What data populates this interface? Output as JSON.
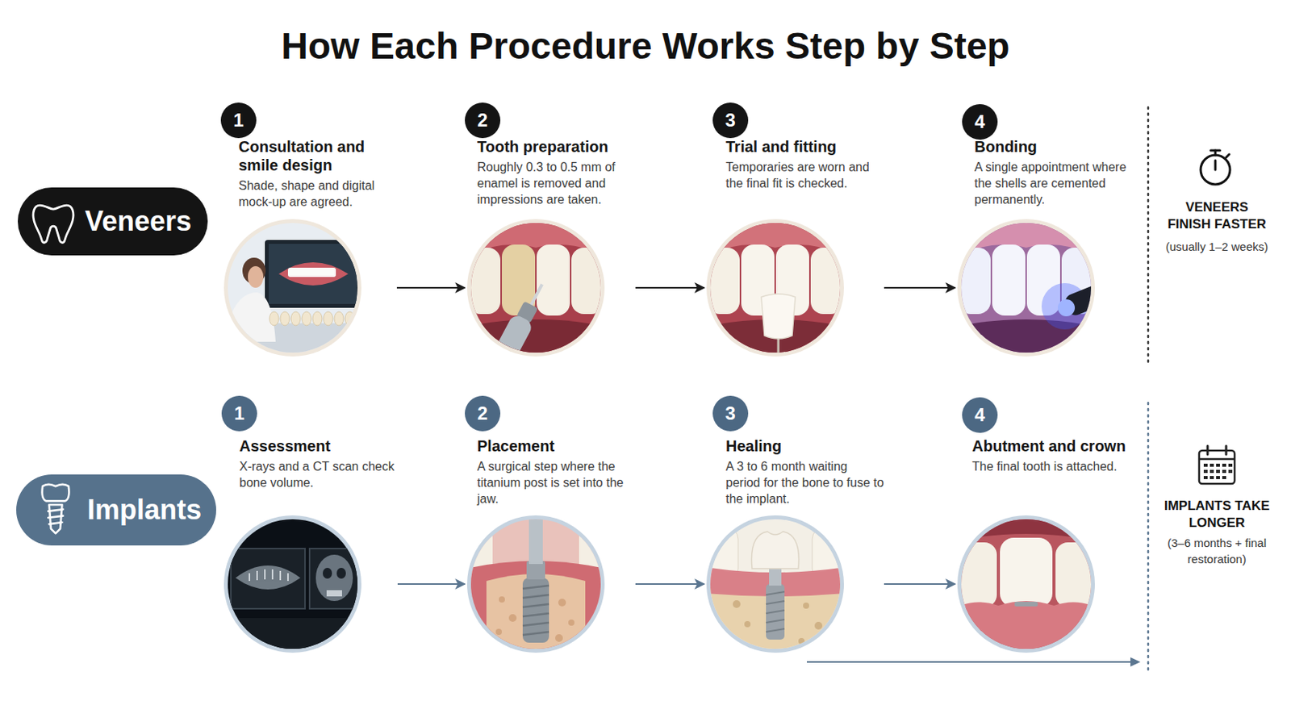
{
  "diagram": {
    "title": "How Each Procedure Works Step by Step",
    "nodes": [
      {
        "text": [
          "Veneers"
        ]
      },
      {
        "text": [
          "1"
        ]
      },
      {
        "text": [
          "Consultation and smile design",
          "Shade, shape and digital mock-up are agreed."
        ]
      },
      {
        "text": [
          "2"
        ]
      },
      {
        "text": [
          "Tooth preparation",
          "Roughly 0.3 to 0.5 mm of enamel is removed and impressions are taken."
        ]
      },
      {
        "text": [
          "3"
        ]
      },
      {
        "text": [
          "Trial and fitting",
          "Temporaries are worn and the final fit is checked."
        ]
      },
      {
        "text": [
          "4"
        ]
      },
      {
        "text": [
          "Bonding",
          "A single appointment where the shells are cemented permanently."
        ]
      },
      {
        "text": [
          "Implants"
        ]
      },
      {
        "text": [
          "1"
        ]
      },
      {
        "text": [
          "Assessment",
          "X-rays and a CT scan check bone volume."
        ]
      },
      {
        "text": [
          "2"
        ]
      },
      {
        "text": [
          "Placement",
          "A surgical step where the titanium post is set into the jaw."
        ]
      },
      {
        "text": [
          "3"
        ]
      },
      {
        "text": [
          "Healing",
          "A 3 to 6 month waiting period for the bone to fuse to the implant."
        ]
      },
      {
        "text": [
          "4"
        ]
      },
      {
        "text": [
          "Abutment and crown",
          "The final tooth is attached."
        ]
      }
    ],
    "edges": [
      {
        "from": 2,
        "to": 4,
        "arrow": "to"
      },
      {
        "from": 4,
        "to": 6,
        "arrow": "to"
      },
      {
        "from": 6,
        "to": 8,
        "arrow": "to"
      },
      {
        "from": 11,
        "to": 13,
        "arrow": "to"
      },
      {
        "from": 13,
        "to": 15,
        "arrow": "to"
      },
      {
        "from": 15,
        "to": 17,
        "arrow": "to"
      }
    ],
    "labels": [
      "VENEERS FINISH FASTER",
      "(usually 1–2 weeks)",
      "IMPLANTS TAKE LONGER",
      "(3–6 months + final restoration)"
    ]
  }
}
